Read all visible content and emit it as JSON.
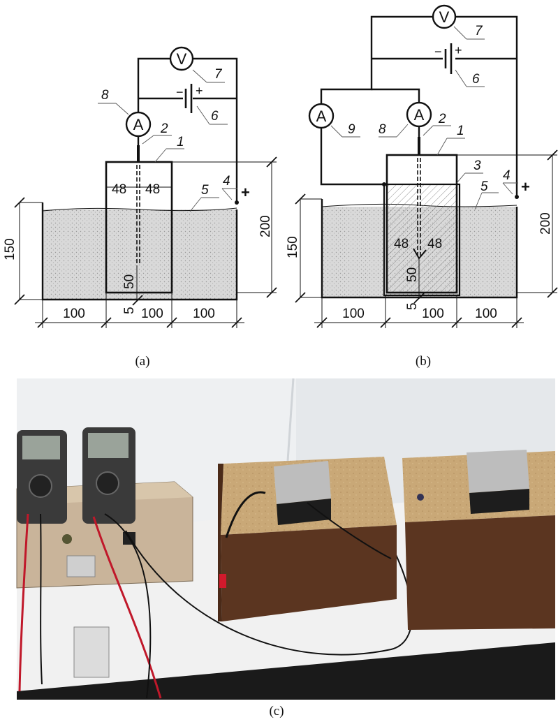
{
  "panel_a": {
    "caption": "(a)",
    "meter_A": "A",
    "meter_V": "V",
    "labels": {
      "n1": "1",
      "n2": "2",
      "n4": "4",
      "n5": "5",
      "n6": "6",
      "n7": "7",
      "n8": "8"
    },
    "dims": {
      "d150": "150",
      "d200": "200",
      "d48_left": "48",
      "d48_right": "48",
      "d50": "50",
      "d5": "5",
      "d100_left": "100",
      "d100_mid": "100",
      "d100_right": "100"
    },
    "plus": "+"
  },
  "panel_b": {
    "caption": "(b)",
    "meter_A1": "A",
    "meter_A2": "A",
    "meter_V": "V",
    "labels": {
      "n1": "1",
      "n2": "2",
      "n3": "3",
      "n4": "4",
      "n5": "5",
      "n6": "6",
      "n7": "7",
      "n8": "8",
      "n9": "9"
    },
    "dims": {
      "d150": "150",
      "d200": "200",
      "d48_left": "48",
      "d48_right": "48",
      "d50": "50",
      "d5": "5",
      "d100_left": "100",
      "d100_mid": "100",
      "d100_right": "100"
    },
    "plus": "+"
  },
  "panel_c": {
    "caption": "(c)"
  },
  "colors": {
    "sand": "#c9a877",
    "rust": "#5b3520",
    "meter": "#3c3c3c",
    "wall": "#e8ebee",
    "shelf": "#efefef"
  }
}
